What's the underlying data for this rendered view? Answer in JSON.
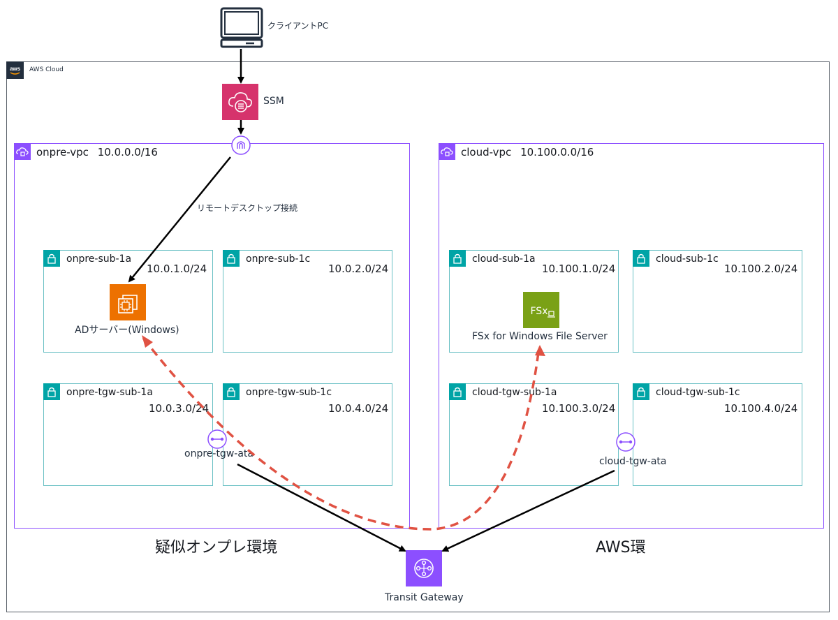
{
  "client": {
    "label": "クライアントPC",
    "icon": "desktop-icon"
  },
  "aws_cloud": {
    "label": "AWS Cloud",
    "icon": "aws-logo"
  },
  "ssm": {
    "label": "SSM",
    "icon": "ssm-icon",
    "color": "#d6336c"
  },
  "rdp": {
    "label": "リモートデスクトップ接続"
  },
  "onpre_vpc": {
    "name": "onpre-vpc",
    "cidr": "10.0.0.0/16",
    "env_label": "疑似オンプレ環境",
    "subnets": [
      {
        "name": "onpre-sub-1a",
        "cidr": "10.0.1.0/24"
      },
      {
        "name": "onpre-sub-1c",
        "cidr": "10.0.2.0/24"
      },
      {
        "name": "onpre-tgw-sub-1a",
        "cidr": "10.0.3.0/24"
      },
      {
        "name": "onpre-tgw-sub-1c",
        "cidr": "10.0.4.0/24"
      }
    ],
    "ad_server": "ADサーバー(Windows)",
    "attachment": "onpre-tgw-ata"
  },
  "cloud_vpc": {
    "name": "cloud-vpc",
    "cidr": "10.100.0.0/16",
    "env_label": "AWS環",
    "subnets": [
      {
        "name": "cloud-sub-1a",
        "cidr": "10.100.1.0/24"
      },
      {
        "name": "cloud-sub-1c",
        "cidr": "10.100.2.0/24"
      },
      {
        "name": "cloud-tgw-sub-1a",
        "cidr": "10.100.3.0/24"
      },
      {
        "name": "cloud-tgw-sub-1c",
        "cidr": "10.100.4.0/24"
      }
    ],
    "fsx_icon_text": "FSx",
    "fsx": "FSx for Windows File Server",
    "attachment": "cloud-tgw-ata"
  },
  "transit_gateway": {
    "label": "Transit Gateway",
    "icon": "transit-gateway-icon",
    "color": "#8c4fff"
  },
  "colors": {
    "vpc": "#8c4fff",
    "subnet": "#00a4a6",
    "ec2": "#ed7100",
    "fsx": "#7aa116",
    "flow": "#e05243"
  }
}
